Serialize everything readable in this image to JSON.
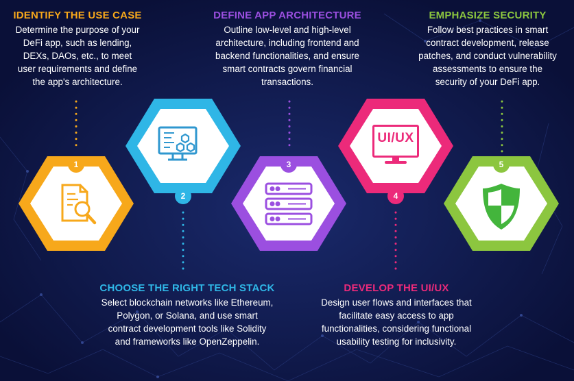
{
  "steps": [
    {
      "num": "1",
      "title": "IDENTIFY THE USE CASE",
      "color": "#f7a81b",
      "icon": "document-search-icon",
      "lines": [
        "Determine the purpose of your",
        "DeFi app, such as lending,",
        "DEXs, DAOs, etc., to meet",
        "user requirements and define",
        "the app's architecture."
      ]
    },
    {
      "num": "2",
      "title": "CHOOSE THE RIGHT TECH STACK",
      "color": "#2fb6e6",
      "icon": "blockchain-monitor-icon",
      "lines": [
        "Select blockchain networks like Ethereum,",
        "Polygon, or Solana, and use smart",
        "contract development tools like Solidity",
        "and frameworks like OpenZeppelin."
      ]
    },
    {
      "num": "3",
      "title": "DEFINE APP ARCHITECTURE",
      "color": "#9b4fe0",
      "icon": "server-stack-icon",
      "lines": [
        "Outline low-level and high-level",
        "architecture, including frontend and",
        "backend functionalities, and ensure",
        "smart contracts govern financial",
        "transactions."
      ]
    },
    {
      "num": "4",
      "title": "DEVELOP THE UI/UX",
      "color": "#ec2a7a",
      "icon": "ui-ux-monitor-icon",
      "icon_text": "UI/UX",
      "lines": [
        "Design user flows and interfaces that",
        "facilitate easy access to app",
        "functionalities, considering functional",
        "usability testing for inclusivity."
      ]
    },
    {
      "num": "5",
      "title": "EMPHASIZE SECURITY",
      "color": "#8cc63f",
      "icon": "security-shield-icon",
      "lines": [
        "Follow best practices in smart",
        "contract development, release",
        "patches, and conduct vulnerability",
        "assessments to ensure the",
        "security of your DeFi app."
      ]
    }
  ]
}
